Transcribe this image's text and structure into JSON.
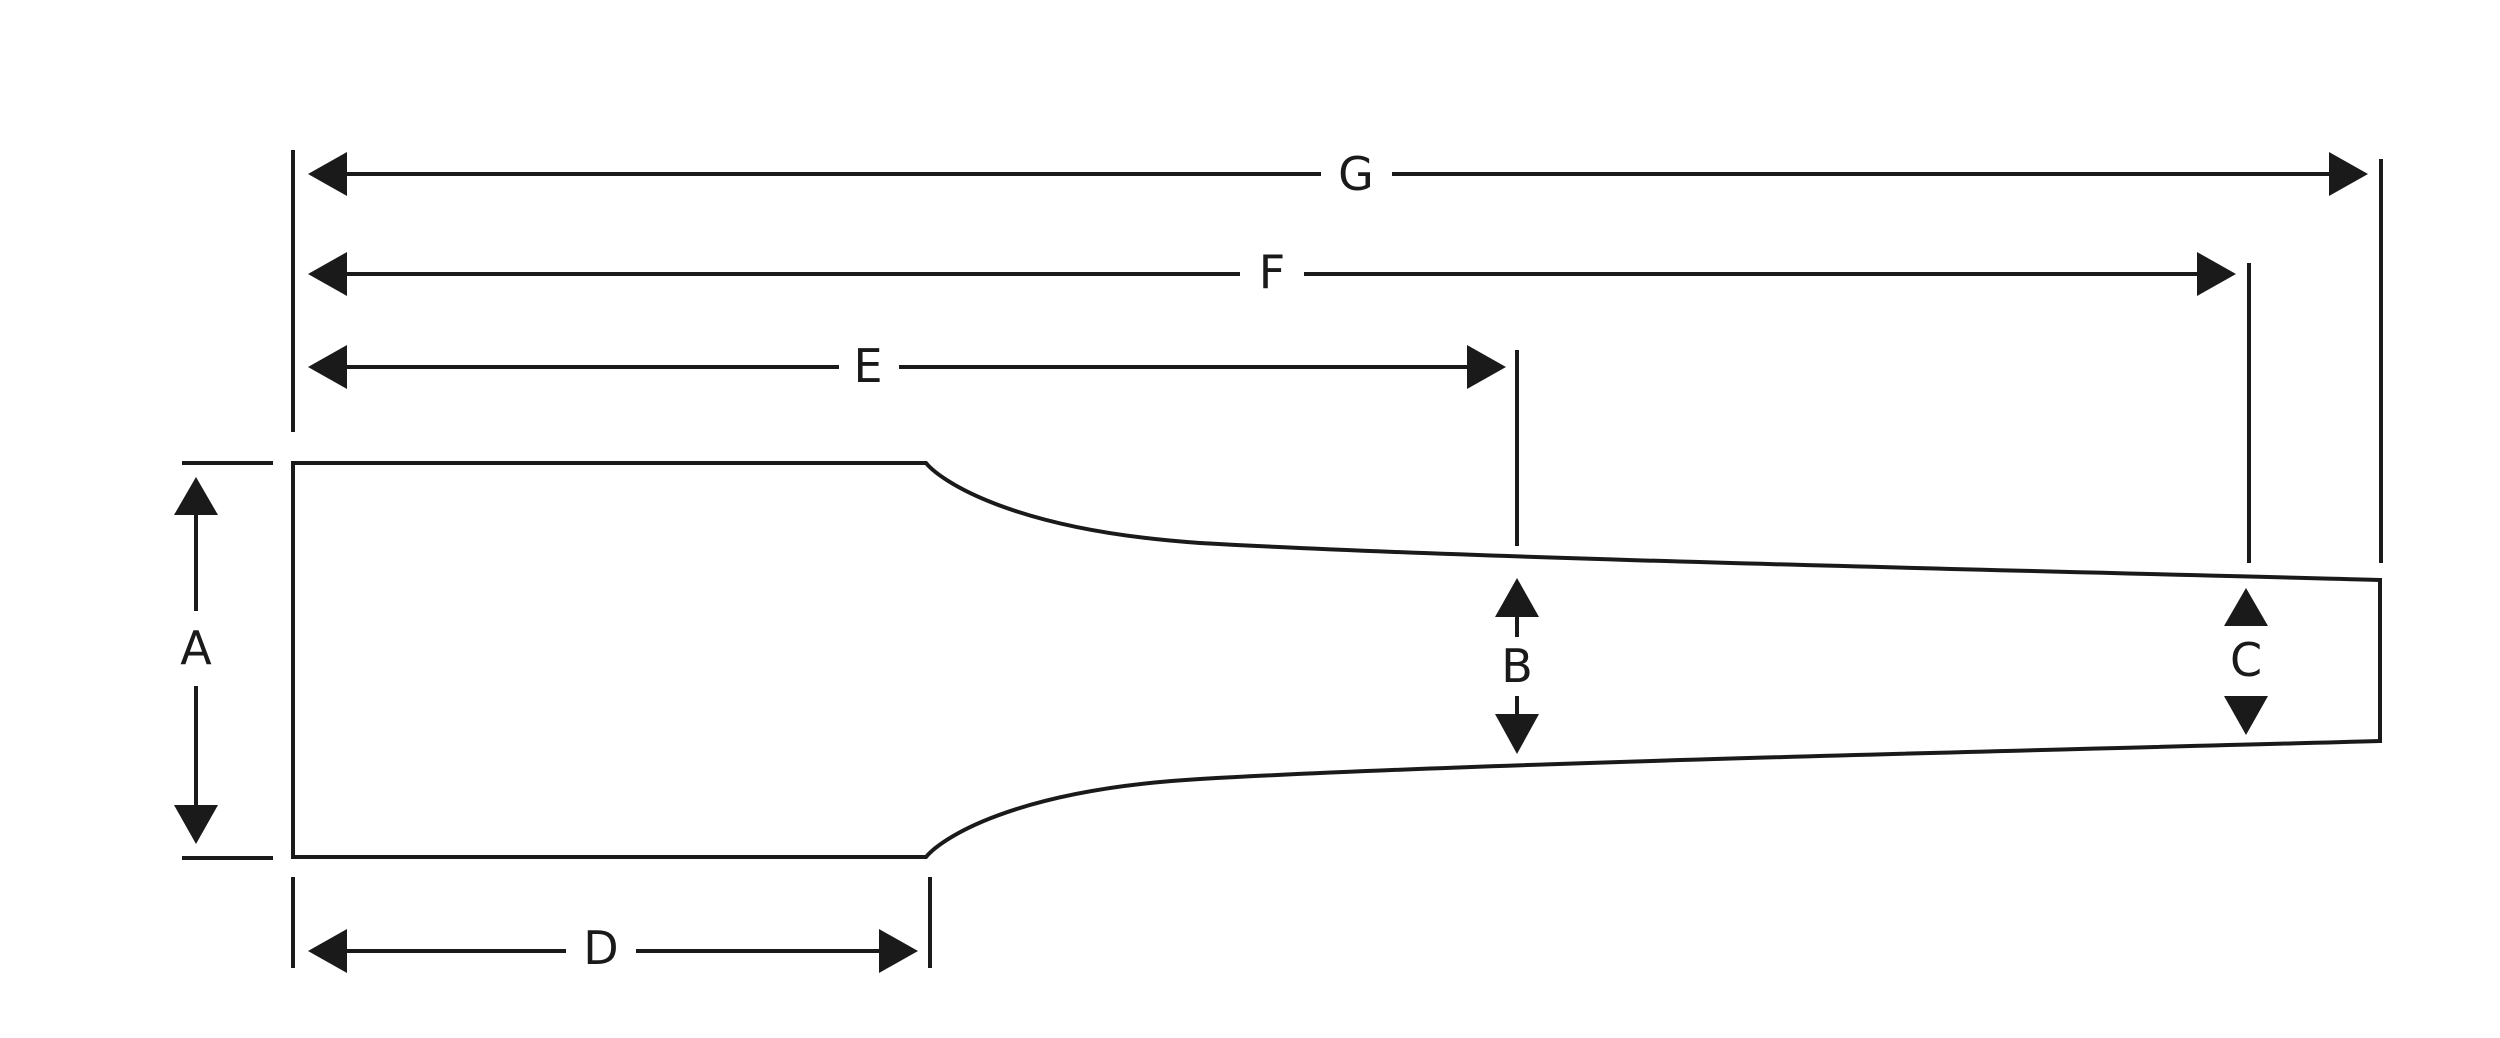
{
  "diagram": {
    "labels": {
      "a": "A",
      "b": "B",
      "c": "C",
      "d": "D",
      "e": "E",
      "f": "F",
      "g": "G"
    },
    "colors": {
      "stroke": "#1a1a1a",
      "background": "#ffffff"
    }
  }
}
